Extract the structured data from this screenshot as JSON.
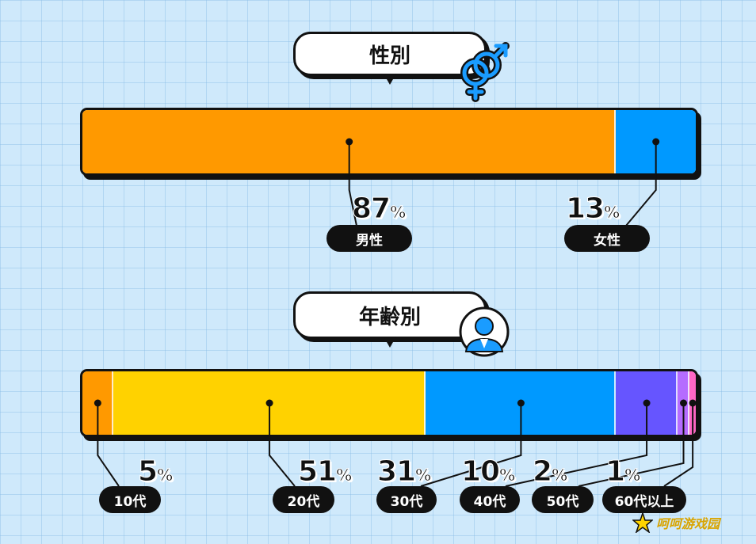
{
  "gender": {
    "title": "性別",
    "icon": "gender-symbol-icon",
    "segments": [
      {
        "label": "男性",
        "value": 87,
        "color": "#ff9900"
      },
      {
        "label": "女性",
        "value": 13,
        "color": "#0099ff"
      }
    ]
  },
  "age": {
    "title": "年齢別",
    "icon": "person-icon",
    "segments": [
      {
        "label": "10代",
        "value": 5,
        "color": "#ff9900"
      },
      {
        "label": "20代",
        "value": 51,
        "color": "#ffd200"
      },
      {
        "label": "30代",
        "value": 31,
        "color": "#0099ff"
      },
      {
        "label": "40代",
        "value": 10,
        "color": "#6655ff"
      },
      {
        "label": "50代",
        "value": 2,
        "color": "#b56cff"
      },
      {
        "label": "60代以上",
        "value": 1,
        "color": "#ff66c4"
      }
    ]
  },
  "chart_data": [
    {
      "type": "bar",
      "title": "性別",
      "categories": [
        "男性",
        "女性"
      ],
      "values": [
        87,
        13
      ],
      "unit": "%"
    },
    {
      "type": "bar",
      "title": "年齢別",
      "categories": [
        "10代",
        "20代",
        "30代",
        "40代",
        "50代",
        "60代以上"
      ],
      "values": [
        5,
        51,
        31,
        10,
        2,
        1
      ],
      "unit": "%"
    }
  ],
  "percent_sign": "%",
  "watermark": {
    "text": "呵呵游戏园"
  }
}
